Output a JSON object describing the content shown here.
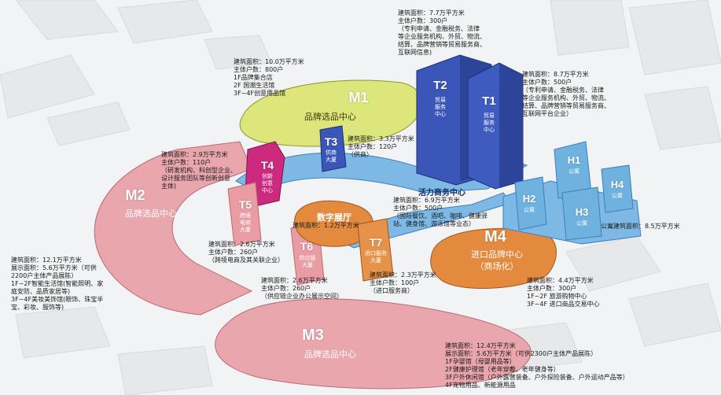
{
  "colors": {
    "pink_fill": "#e9a6ac",
    "pink_dark": "#d98c94",
    "yellow_fill": "#dde67a",
    "blue_tower": "#3a56b8",
    "blue_tower_dark": "#24398a",
    "light_blue": "#6fb1df",
    "orange": "#e38a3e",
    "magenta": "#cc2a7e",
    "ground": "#f2f3f4",
    "ghost_building": "#e4e6e8"
  },
  "buildings": {
    "M1": {
      "code": "M1",
      "name": "品牌选品中心"
    },
    "M2": {
      "code": "M2",
      "name": "品牌选品中心"
    },
    "M3": {
      "code": "M3",
      "name": "品牌选品中心"
    },
    "M4": {
      "code": "M4",
      "name_line1": "进口品牌中心",
      "name_line2": "（商场化）"
    },
    "T1": {
      "code": "T1",
      "name": [
        "贸易",
        "服务",
        "中心"
      ]
    },
    "T2": {
      "code": "T2",
      "name": [
        "贸易",
        "服务",
        "中心"
      ]
    },
    "T3": {
      "code": "T3",
      "name": [
        "供商",
        "大厦"
      ]
    },
    "T4": {
      "code": "T4",
      "name": [
        "创新",
        "创意",
        "中心"
      ]
    },
    "T5": {
      "code": "T5",
      "name": [
        "跨境",
        "电商",
        "大厦"
      ]
    },
    "T6": {
      "code": "T6",
      "name": [
        "供应链",
        "大厦"
      ]
    },
    "T7": {
      "code": "T7",
      "name": [
        "进口服务",
        "大厦"
      ]
    },
    "H1": {
      "code": "H1",
      "name": "公寓"
    },
    "H2": {
      "code": "H2",
      "name": "公寓"
    },
    "H3": {
      "code": "H3",
      "name": "公寓"
    },
    "H4": {
      "code": "H4",
      "name": "公寓"
    },
    "digital_hall": "数字展厅",
    "vitality_center": "活力商务中心"
  },
  "annotations": {
    "T2": [
      "建筑面积：7.7万平方米",
      "主体户数：300户",
      "（专利申请、金融税务、法律",
      "等企业服务机构、外贸、物流、",
      "结算、品牌营销等贸易服务商、",
      "互联网信息)"
    ],
    "T1": [
      "建筑面积：8.7万平方米",
      "主体户数：500户",
      "（专利申请、金融税务、法律",
      "等企业服务机构、外贸、物流、",
      "结算、品牌营销等贸易服务商、",
      "互联网平台企业）"
    ],
    "M1": [
      "建筑面积：10.0万平方米",
      "主体户数：800户",
      "1F品牌集合店",
      "2F 国潮生活馆",
      "3F~4F创意用品馆"
    ],
    "T3": [
      "建筑面积：3.3万平方米",
      "主体户数：120户",
      "（供商）"
    ],
    "T4": [
      "建筑面积：2.9万平方米",
      "主体户数：110户",
      "（研发机构、科创型企业、",
      "设计服务团队等创新创意",
      "主体)"
    ],
    "vitality": [
      "建筑面积：6.9万平方米",
      "主体户数：500户",
      "（国际餐饮、酒吧、咖啡、健康驿",
      "站、健身馆、游泳馆等业态）"
    ],
    "digital_hall": [
      "建筑面积：1.2万平方米"
    ],
    "T5": [
      "建筑面积：2.6万平方米",
      "主体户数：260户",
      "（跨境电商及其关联企业）"
    ],
    "T6": [
      "建筑面积：2.6万平方米",
      "主体户数：260户",
      "（供应链企业办公展示空间）"
    ],
    "T7": [
      "建筑面积：2.3万平方米",
      "主体户数：100户",
      "（进口服务商）"
    ],
    "M2": [
      "建筑面积：12.1万平方米",
      "展示面积：5.6万平方米（可供",
      "2200户主体产品展陈）",
      "",
      "1F~2F智能生活馆(智能照明、家",
      "庭安防、品质家居等)",
      "3F~4F美妆美饰馆(眼饰、珠宝半",
      "宝、彩妆、服饰等)"
    ],
    "M4": [
      "建筑面积：4.4万平方米",
      "主体户数：300户",
      "1F~2F 旅游购物中心",
      "3F~4F 进口商品交易中心"
    ],
    "apartments": [
      "公寓建筑面积：8.5万平方米"
    ],
    "M3": [
      "建筑面积：12.4万平方米",
      "展示面积：5.6万平方米（可供2300户主体产品展陈）",
      "1F孕婴馆（母婴用品等）",
      "2F健康护理馆（老年穿戴、老年健身等）",
      "3F户外休闲馆（户外露营装备、户外探险装备、户外运动产品等）",
      "4F宠物用品、新能源用品"
    ]
  }
}
